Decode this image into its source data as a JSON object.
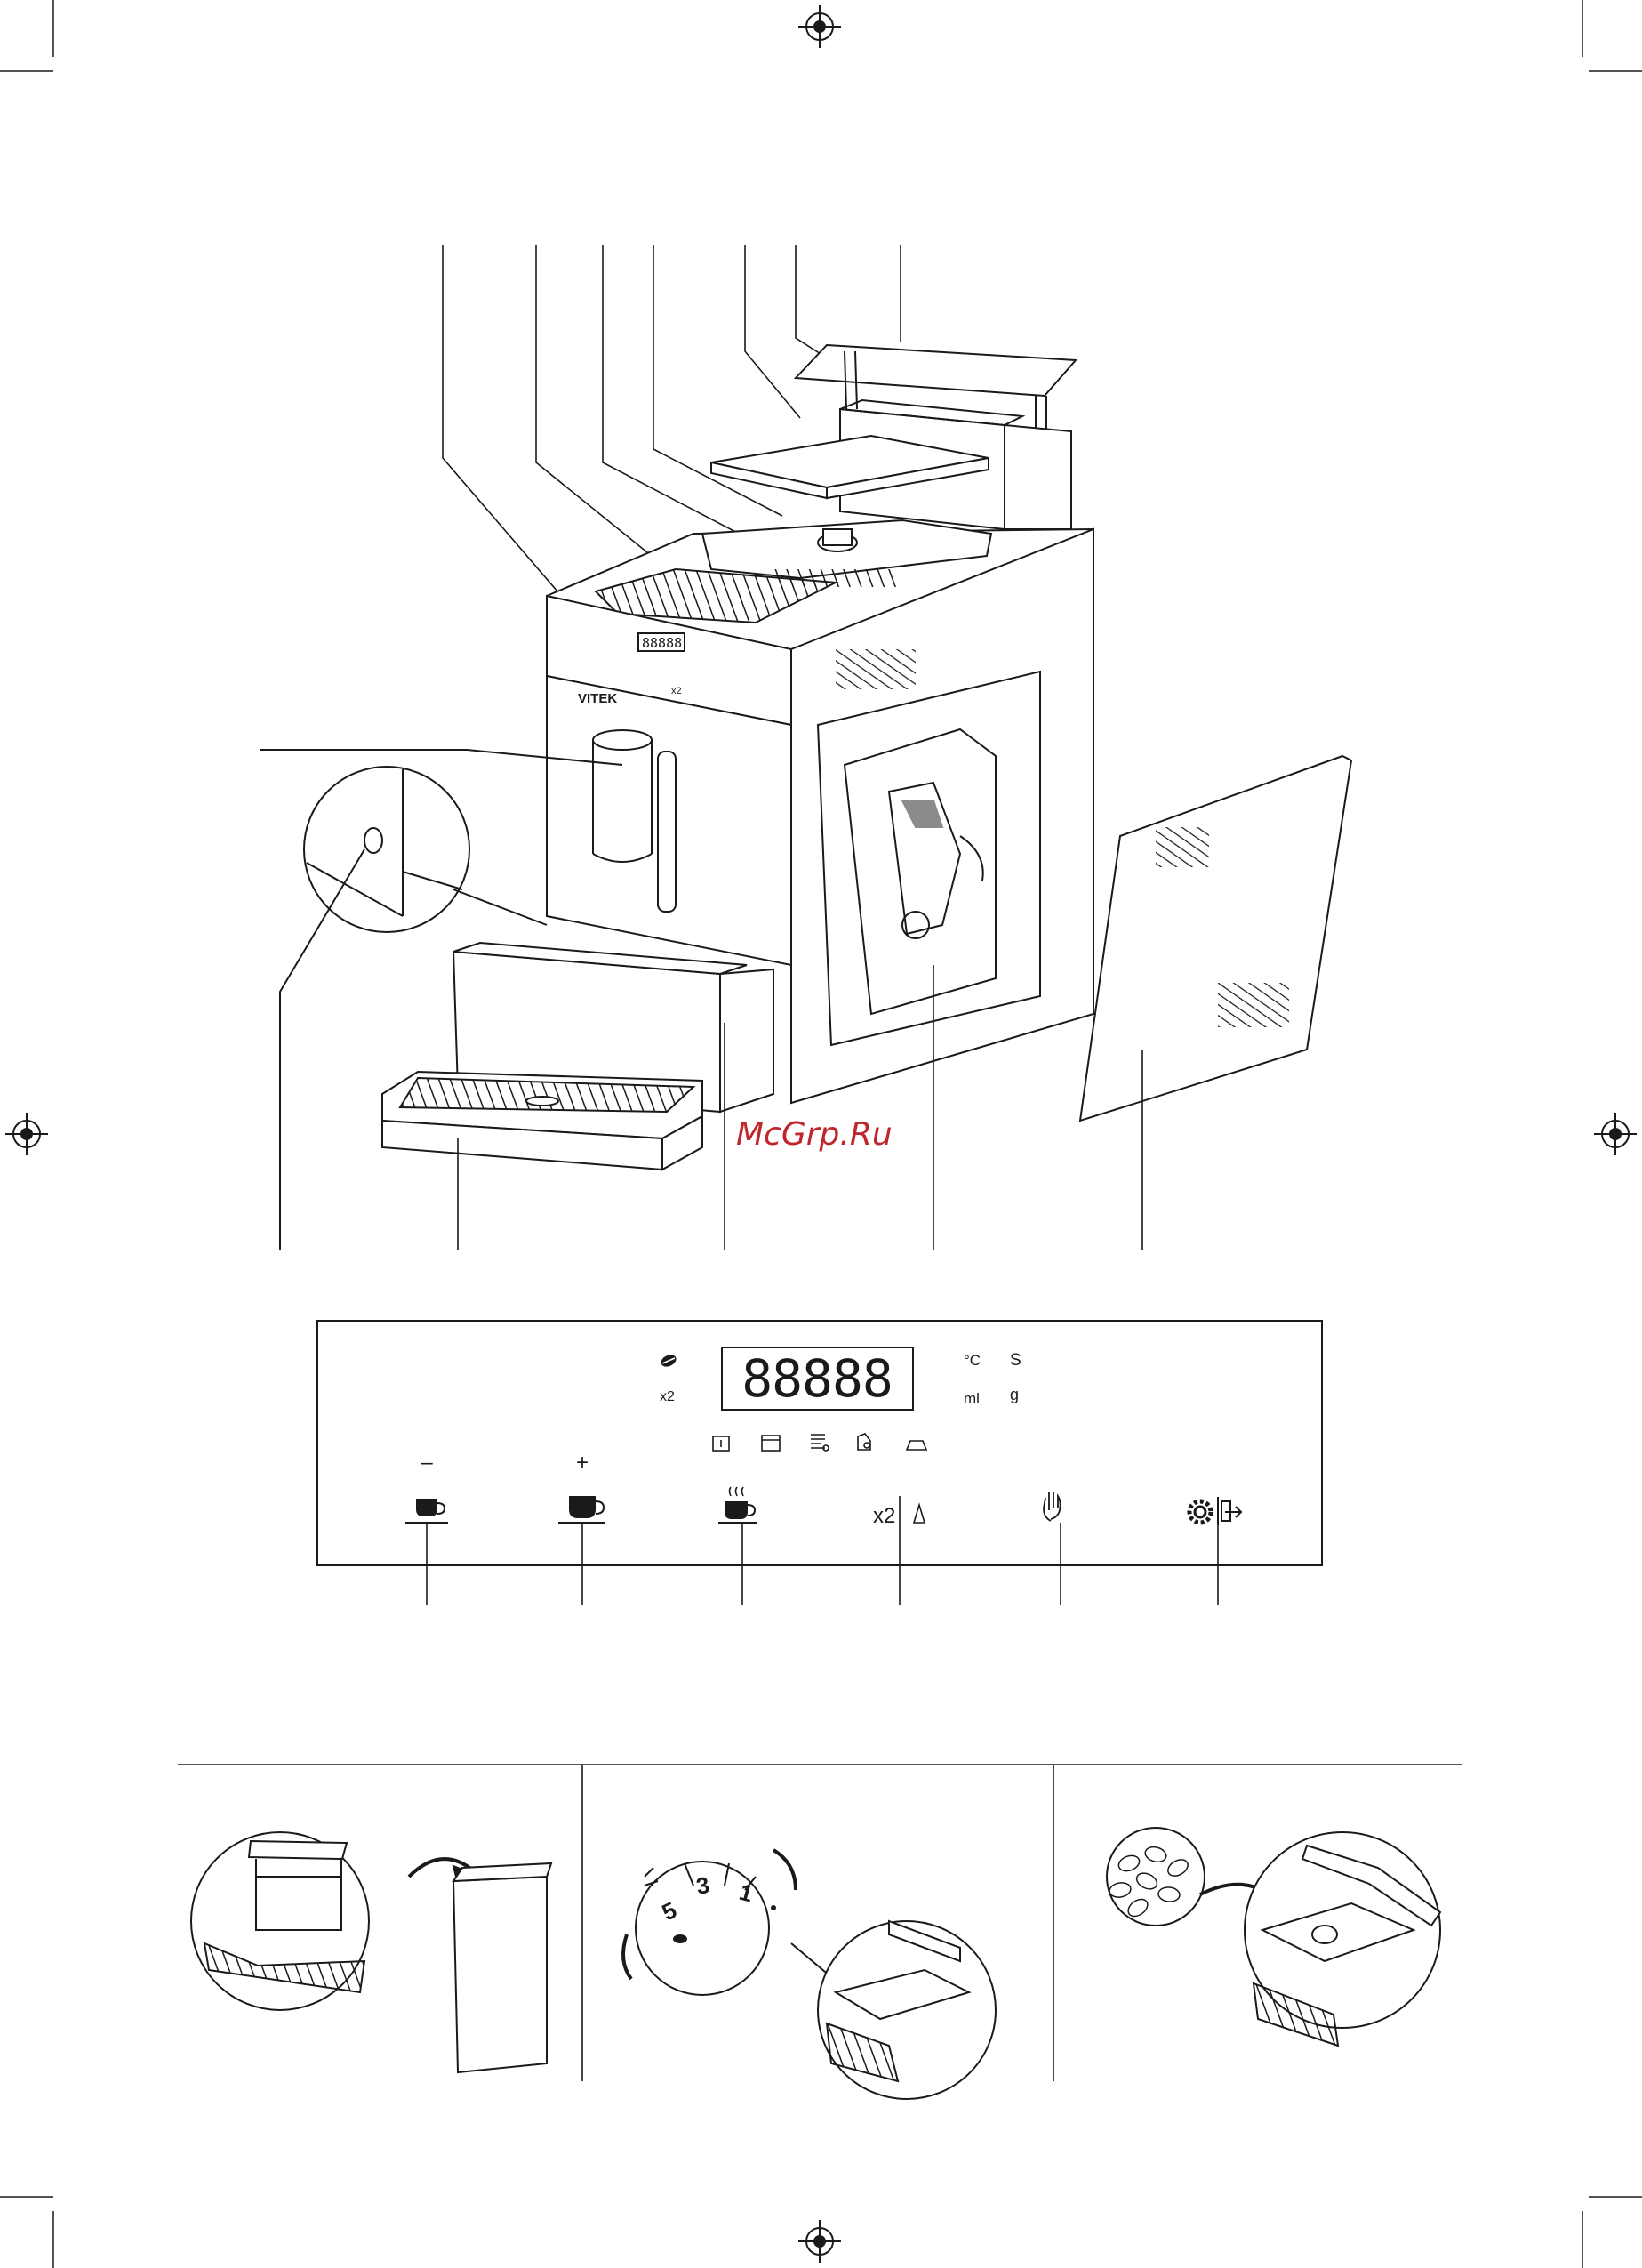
{
  "watermark": "McGrp.Ru",
  "machine": {
    "brand_label": "VITEK",
    "mini_display": "88888",
    "mini_x2": "x2"
  },
  "control_panel": {
    "display_digits": "88888",
    "unit_celsius": "°C",
    "unit_seconds": "S",
    "unit_ml": "ml",
    "unit_grams": "g",
    "x2_label": "x2",
    "minus_label": "–",
    "plus_label": "+",
    "button_x2_label": "x2"
  },
  "grind_dial": {
    "numbers": [
      "5",
      "3",
      "1"
    ]
  },
  "icons": {
    "bean": "coffee-bean-icon",
    "small_cup": "small-cup-icon",
    "large_cup": "large-cup-icon",
    "hot_cup": "hot-cup-icon",
    "double": "double-shot-icon",
    "hand": "hand-icon",
    "settings": "gear-icon",
    "exit": "exit-icon",
    "registration": "registration-mark-icon"
  },
  "colors": {
    "ink": "#1a1a1a",
    "watermark": "#c0272d"
  }
}
